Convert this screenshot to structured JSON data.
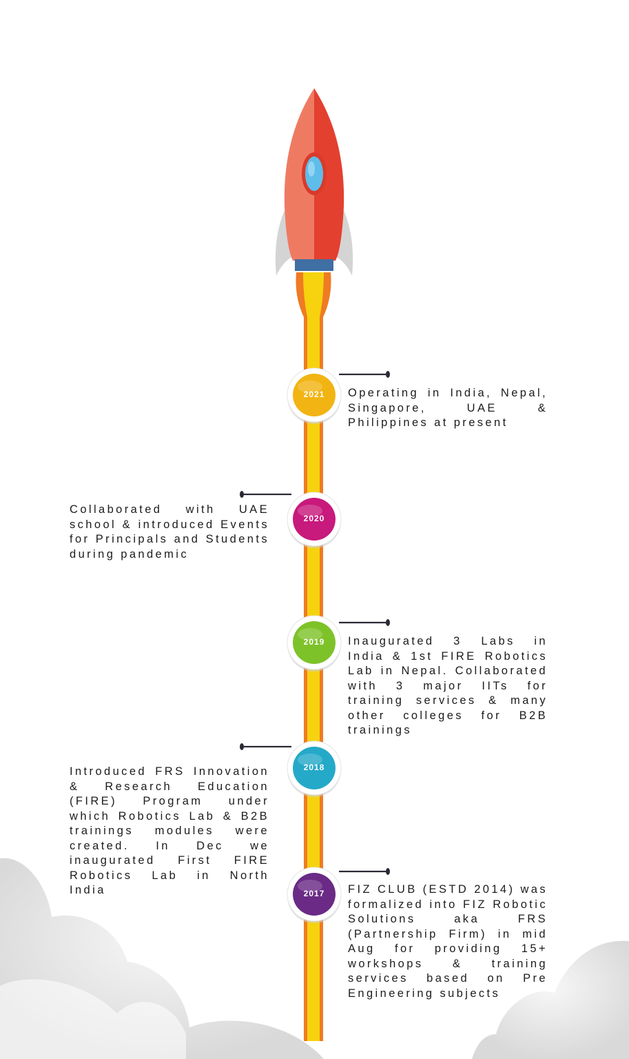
{
  "timeline": [
    {
      "year": "2021",
      "color": "#f2b413",
      "side": "right",
      "text": "Operating in India, Nepal, Singapore, UAE & Philippines at present"
    },
    {
      "year": "2020",
      "color": "#c8197c",
      "side": "left",
      "text": "Collaborated with UAE school & introduced Events for Principals and Students during pandemic"
    },
    {
      "year": "2019",
      "color": "#7ec22a",
      "side": "right",
      "text": "Inaugurated 3 Labs in India & 1st FIRE Robotics Lab in Nepal. Collaborated with 3 major IITs for training services & many other colleges for B2B trainings"
    },
    {
      "year": "2018",
      "color": "#25a9c8",
      "side": "left",
      "text": "Introduced FRS Innovation & Research Education (FIRE) Program under which Robotics Lab & B2B trainings modules were created. In Dec we inaugurated First FIRE Robotics Lab in North India"
    },
    {
      "year": "2017",
      "color": "#6a2a86",
      "side": "right",
      "text": "FIZ CLUB (ESTD 2014) was formalized into FIZ Robotic Solutions aka FRS (Partnership Firm) in mid Aug for providing 15+ workshops & training services based on Pre Engineering subjects"
    }
  ],
  "colors": {
    "rocket_body": "#e9523f",
    "rocket_body_light": "#ef7a62",
    "rocket_window": "#5fbde9",
    "rocket_band": "#3f6fa3",
    "flame_outer": "#ef7b22",
    "flame_inner": "#f6d20f",
    "cloud": "#e6e6e6"
  }
}
